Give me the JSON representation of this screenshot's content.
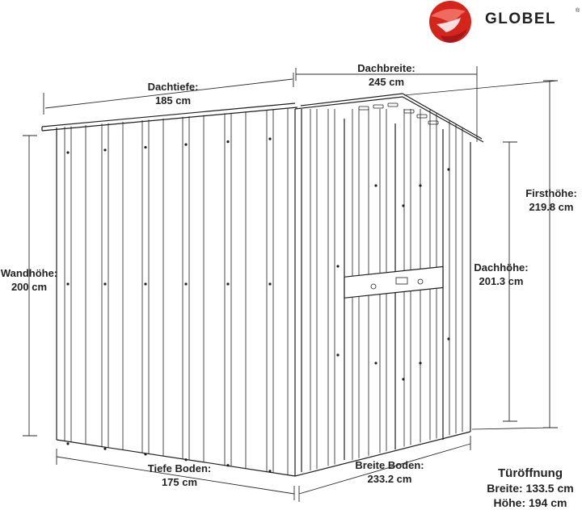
{
  "brand": {
    "name": "GLOBEL",
    "registered_mark": "®",
    "logo_colors": [
      "#d4251c",
      "#a8161a",
      "#e9504a"
    ]
  },
  "dimensions": {
    "dachtiefe": {
      "label": "Dachtiefe:",
      "value": "185 cm"
    },
    "dachbreite": {
      "label": "Dachbreite:",
      "value": "245 cm"
    },
    "firsthoehe": {
      "label": "Firsthöhe:",
      "value": "219.8 cm"
    },
    "wandhoehe": {
      "label": "Wandhöhe:",
      "value": "200 cm"
    },
    "dachhoehe": {
      "label": "Dachhöhe:",
      "value": "201.3 cm"
    },
    "tiefe_boden": {
      "label": "Tiefe Boden:",
      "value": "175 cm"
    },
    "breite_boden": {
      "label": "Breite Boden:",
      "value": "233.2 cm"
    }
  },
  "door_opening": {
    "title": "Türöffnung",
    "width": "Breite: 133.5 cm",
    "height": "Höhe: 194 cm"
  }
}
